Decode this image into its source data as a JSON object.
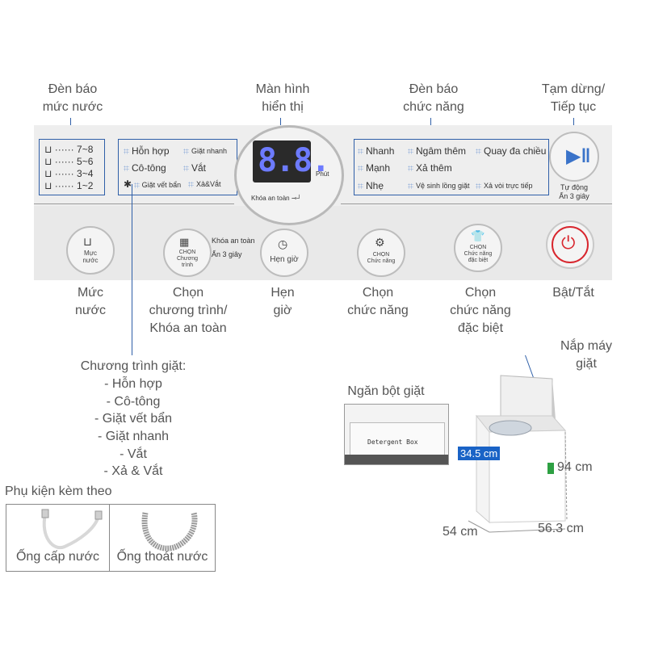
{
  "callouts": {
    "water_indicator": [
      "Đèn báo",
      "mức nước"
    ],
    "display": [
      "Màn hình",
      "hiển thị"
    ],
    "function_indicator": [
      "Đèn báo",
      "chức năng"
    ],
    "pause": [
      "Tạm dừng/",
      "Tiếp tục"
    ],
    "water_level": [
      "Mức",
      "nước"
    ],
    "program_select": [
      "Chọn",
      "chương trình/",
      "Khóa an toàn"
    ],
    "timer": [
      "Hẹn",
      "giờ"
    ],
    "function_select": [
      "Chọn",
      "chức năng"
    ],
    "special_select": [
      "Chọn",
      "chức năng",
      "đặc biệt"
    ],
    "power": "Bật/Tắt",
    "lid": [
      "Nắp máy",
      "giặt"
    ],
    "drawer": "Ngăn bột giặt"
  },
  "programs": {
    "title": "Chương trình giặt:",
    "items": [
      "- Hỗn hợp",
      "- Cô-tông",
      "- Giặt vết bẩn",
      "- Giặt nhanh",
      "- Vắt",
      "- Xả & Vắt"
    ]
  },
  "panel": {
    "water_levels": [
      "7~8",
      "5~6",
      "3~4",
      "1~2"
    ],
    "program_labels": [
      "Hỗn hợp",
      "Giặt nhanh",
      "Cô-tông",
      "Vắt",
      "Giặt vết bẩn",
      "Xả&Vắt"
    ],
    "display_digits": "8.8.",
    "display_unit": "Phút",
    "child_lock": "Khóa an toàn",
    "function_labels": [
      "Nhanh",
      "Ngâm thêm",
      "Quay đa chiều",
      "Mạnh",
      "Xả thêm",
      "Nhẹ",
      "Vệ sinh lồng giặt",
      "Xả vòi trực tiếp"
    ],
    "auto_label": [
      "Tự động",
      "Ấn 3 giây"
    ],
    "btn_water": [
      "Mực",
      "nước"
    ],
    "btn_program": [
      "CHỌN",
      "Chương",
      "trình"
    ],
    "lock_hint": [
      "Khóa an toàn",
      "Ấn 3 giây"
    ],
    "btn_timer": "Hẹn giờ",
    "btn_function": [
      "CHỌN",
      "Chức năng"
    ],
    "btn_special": [
      "CHỌN",
      "Chức năng",
      "đặc biệt"
    ]
  },
  "accessories": {
    "title": "Phụ kiện kèm theo",
    "items": [
      "Ống cấp nước",
      "Ống thoát nước"
    ]
  },
  "dimensions": {
    "drum": "34.5 cm",
    "height": "94 cm",
    "width": "54 cm",
    "depth": "56.3 cm",
    "drawer_text": "Detergent Box"
  },
  "colors": {
    "accent": "#2f5fa8",
    "digits": "#6d7bff",
    "power": "#d8262e",
    "drum_label": "#1a63c6"
  }
}
